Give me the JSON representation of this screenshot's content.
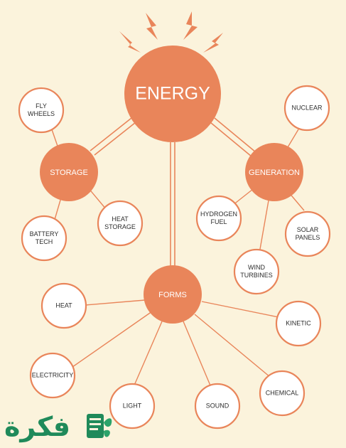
{
  "colors": {
    "fill": "#e9855a",
    "stroke": "#e9855a",
    "background": "#fbf3dc",
    "leaf_fill": "#ffffff",
    "text_dark": "#2d2d2d",
    "text_light": "#ffffff",
    "logo": "#1f8a5a"
  },
  "nodes": {
    "energy": {
      "label": "ENERGY"
    },
    "storage": {
      "label": "STORAGE"
    },
    "generation": {
      "label": "GENERATION"
    },
    "forms": {
      "label": "FORMS"
    },
    "fly_wheels": {
      "label": [
        "FLY",
        "WHEELS"
      ]
    },
    "battery_tech": {
      "label": [
        "BATTERY",
        "TECH"
      ]
    },
    "heat_storage": {
      "label": [
        "HEAT",
        "STORAGE"
      ]
    },
    "nuclear": {
      "label": [
        "NUCLEAR"
      ]
    },
    "hydrogen_fuel": {
      "label": [
        "HYDROGEN",
        "FUEL"
      ]
    },
    "wind_turbines": {
      "label": [
        "WIND",
        "TURBINES"
      ]
    },
    "solar_panels": {
      "label": [
        "SOLAR",
        "PANELS"
      ]
    },
    "heat": {
      "label": [
        "HEAT"
      ]
    },
    "electricity": {
      "label": [
        "ELECTRICITY"
      ]
    },
    "light": {
      "label": [
        "LIGHT"
      ]
    },
    "sound": {
      "label": [
        "SOUND"
      ]
    },
    "chemical": {
      "label": [
        "CHEMICAL"
      ]
    },
    "kinetic": {
      "label": [
        "KINETIC"
      ]
    }
  },
  "logo": {
    "text": "فكرة",
    "icon": "book-leaf-icon"
  }
}
